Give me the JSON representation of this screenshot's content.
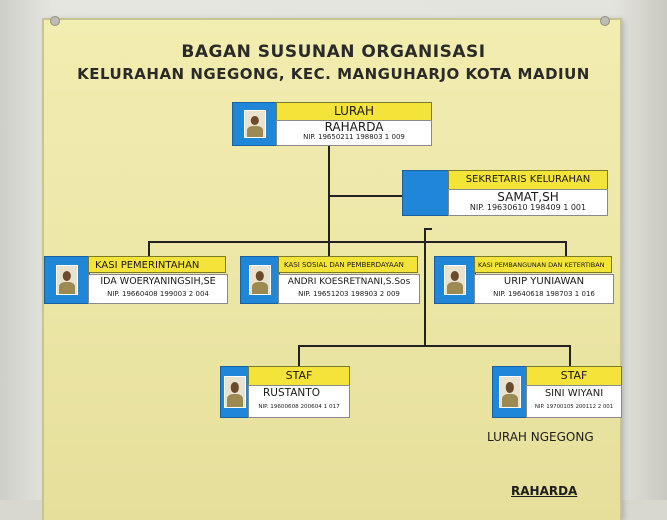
{
  "title_line1": "BAGAN SUSUNAN ORGANISASI",
  "title_line2": "KELURAHAN NGEGONG, KEC. MANGUHARJO KOTA MADIUN",
  "lurah": {
    "role": "LURAH",
    "name": "RAHARDA",
    "nip": "NIP. 19650211 198803 1 009"
  },
  "sekretaris": {
    "role": "SEKRETARIS KELURAHAN",
    "name": "SAMAT,SH",
    "nip": "NIP. 19630610 198409 1 001"
  },
  "kasi_pemerintahan": {
    "role": "KASI PEMERINTAHAN",
    "name": "IDA WOERYANINGSIH,SE",
    "nip": "NIP. 19660408 199003 2 004"
  },
  "kasi_sosial": {
    "role": "KASI SOSIAL DAN PEMBERDAYAAN",
    "name": "ANDRI KOESRETNANI,S.Sos",
    "nip": "NIP. 19651203 198903 2 009"
  },
  "kasi_pembangunan": {
    "role": "KASI PEMBANGUNAN DAN KETERTIBAN",
    "name": "URIP YUNIAWAN",
    "nip": "NIP. 19640618 198703 1 016"
  },
  "staf_1": {
    "role": "STAF",
    "name": "RUSTANTO",
    "nip": "NIP. 19600608 200604 1 017"
  },
  "staf_2": {
    "role": "STAF",
    "name": "SINI WIYANI",
    "nip": "NIP. 19700105 200112 2 001"
  },
  "footer_title": "LURAH NGEGONG",
  "footer_name": "RAHARDA",
  "colors": {
    "board": "#efe9a9",
    "role_yellow": "#f4e43a",
    "photo_blue": "#1f86d8"
  }
}
